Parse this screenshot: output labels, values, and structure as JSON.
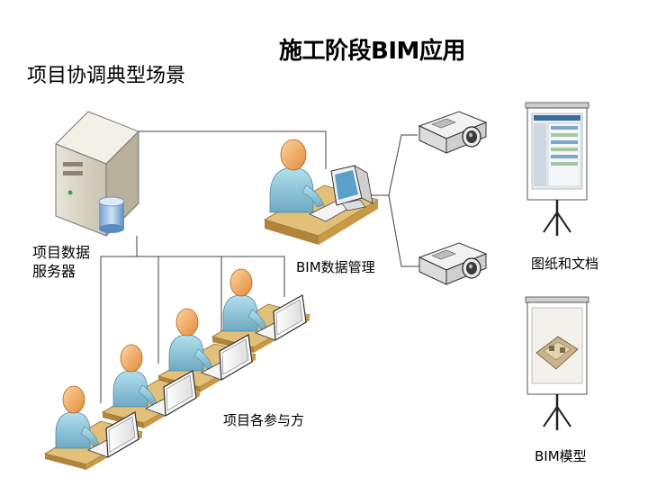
{
  "title": "施工阶段BIM应用",
  "subtitle": "项目协调典型场景",
  "labels": {
    "server_line1": "项目数据",
    "server_line2": "服务器",
    "bim_management": "BIM数据管理",
    "drawings_docs": "图纸和文档",
    "participants": "项目各参与方",
    "bim_model": "BIM模型"
  },
  "icons": {
    "server": "server-tower-icon",
    "database": "database-cylinder-icon",
    "admin_workstation": "desktop-user-icon",
    "projector": "projector-icon",
    "screen": "projection-screen-icon",
    "laptop_user": "laptop-user-icon"
  },
  "colors": {
    "desk": "#c8a35a",
    "person": "#8cc3d8",
    "head": "#f0a766",
    "line": "#404040"
  }
}
